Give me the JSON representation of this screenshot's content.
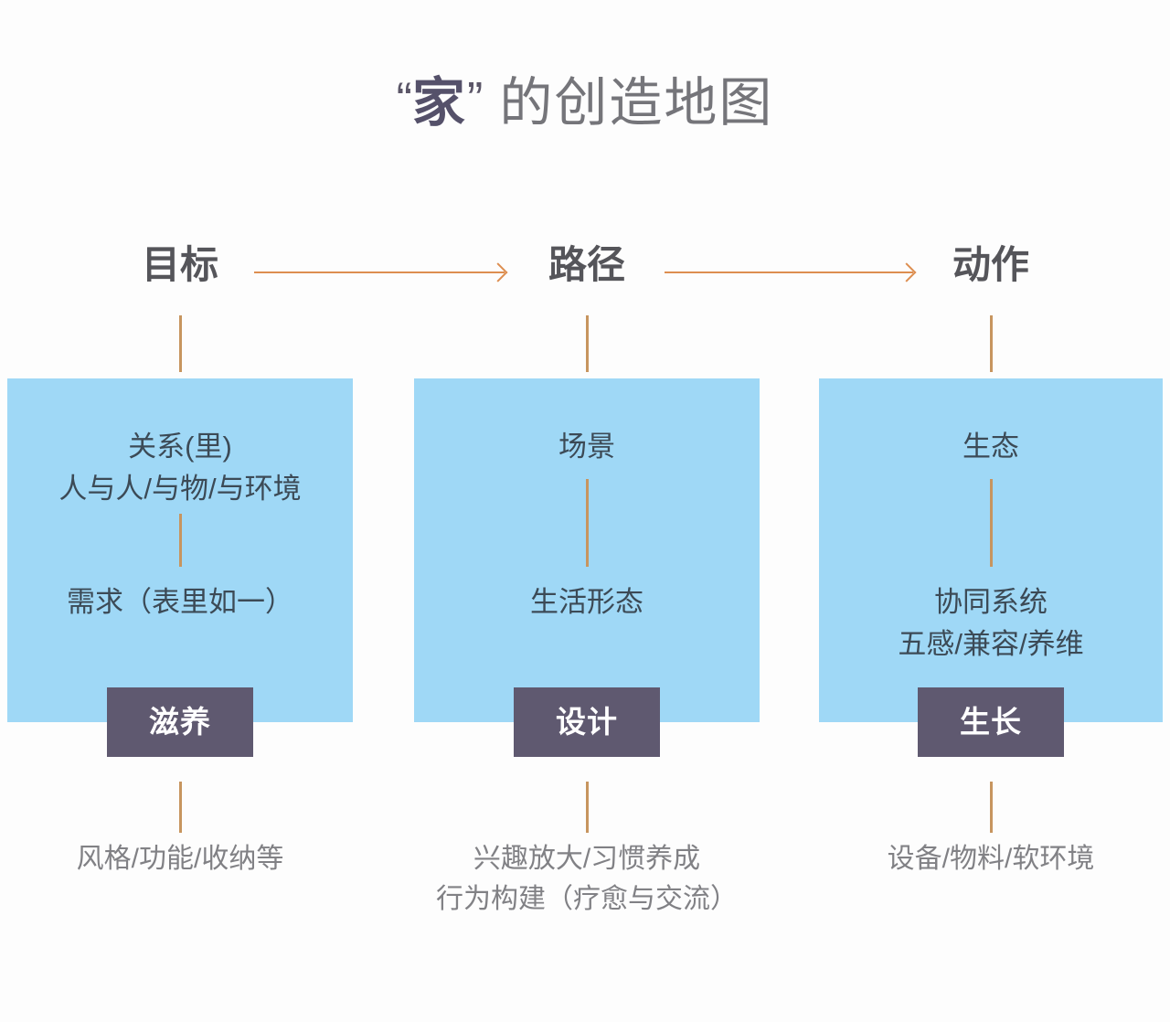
{
  "title": {
    "quote_open": "“",
    "accent": "家",
    "quote_close": "”",
    "rest": "的创造地图",
    "full": "“家”的创造地图"
  },
  "colors": {
    "background": "#fdfdfd",
    "panel_blue": "#9fd8f6",
    "badge_purple": "#5f5970",
    "connector_tan": "#c7955f",
    "arrow_orange": "#dd8e50",
    "title_gray": "#6f6f73",
    "title_accent": "#55516a",
    "panel_text": "#3c4a56",
    "caption_gray": "#818185"
  },
  "arrows": [
    {
      "name": "arrow-goal-to-path",
      "glyph": "→"
    },
    {
      "name": "arrow-path-to-action",
      "glyph": "→"
    }
  ],
  "columns": [
    {
      "stage": "目标",
      "panel_top": "关系(里)",
      "panel_top_sub": "人与人/与物/与环境",
      "panel_mid": "需求（表里如一）",
      "panel_mid_sub": "",
      "badge": "滋养",
      "caption": "风格/功能/收纳等",
      "caption_sub": ""
    },
    {
      "stage": "路径",
      "panel_top": "场景",
      "panel_top_sub": "",
      "panel_mid": "生活形态",
      "panel_mid_sub": "",
      "badge": "设计",
      "caption": "兴趣放大/习惯养成",
      "caption_sub": "行为构建（疗愈与交流）"
    },
    {
      "stage": "动作",
      "panel_top": "生态",
      "panel_top_sub": "",
      "panel_mid": "协同系统",
      "panel_mid_sub": "五感/兼容/养维",
      "badge": "生长",
      "caption": "设备/物料/软环境",
      "caption_sub": ""
    }
  ]
}
